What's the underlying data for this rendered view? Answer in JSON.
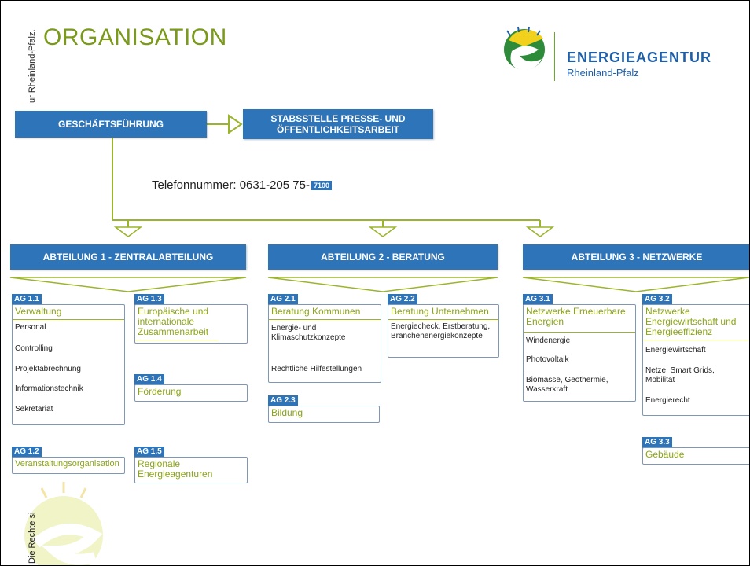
{
  "side_texts": {
    "top": "ur Rheinland-Pfalz.",
    "bottom": "Die Rechte si"
  },
  "title": "ORGANISATION",
  "brand": {
    "name": "ENERGIEAGENTUR",
    "sub": "Rheinland-Pfalz",
    "color": "#1f5fa8",
    "accent": "#8aa515"
  },
  "top_boxes": {
    "management": "GESCHÄFTSFÜHRUNG",
    "press": "STABSSTELLE PRESSE- UND ÖFFENTLICHKEITSARBEIT"
  },
  "phone": {
    "label": "Telefonnummer: 0631-205 75-",
    "ext": "7100"
  },
  "departments": [
    {
      "label": "ABTEILUNG 1 - ZENTRALABTEILUNG"
    },
    {
      "label": "ABTEILUNG 2 - BERATUNG"
    },
    {
      "label": "ABTEILUNG 3 - NETZWERKE"
    }
  ],
  "groups": {
    "ag11": {
      "tag": "AG 1.1",
      "title": "Verwaltung",
      "items": [
        "Personal",
        "Controlling",
        "Projektabrechnung",
        "Informationstechnik",
        "Sekretariat"
      ]
    },
    "ag12": {
      "tag": "AG 1.2",
      "title": "Veranstaltungsorganisation"
    },
    "ag13": {
      "tag": "AG 1.3",
      "title": "Europäische und internationale Zusammenarbeit"
    },
    "ag14": {
      "tag": "AG 1.4",
      "title": "Förderung"
    },
    "ag15": {
      "tag": "AG 1.5",
      "title": "Regionale Energieagenturen"
    },
    "ag21": {
      "tag": "AG 2.1",
      "title": "Beratung Kommunen",
      "items": [
        "Energie- und Klimaschutzkonzepte",
        "Rechtliche Hilfestellungen"
      ]
    },
    "ag22": {
      "tag": "AG 2.2",
      "title": "Beratung Unternehmen",
      "items": [
        "Energiecheck, Erstberatung, Branchenenergiekonzepte"
      ]
    },
    "ag23": {
      "tag": "AG 2.3",
      "title": "Bildung"
    },
    "ag31": {
      "tag": "AG 3.1",
      "title": "Netzwerke Erneuerbare Energien",
      "items": [
        "Windenergie",
        "Photovoltaik",
        "Biomasse, Geothermie, Wasserkraft"
      ]
    },
    "ag32": {
      "tag": "AG 3.2",
      "title": "Netzwerke Energiewirtschaft und Energieeffizienz",
      "items": [
        "Energiewirtschaft",
        "Netze, Smart Grids, Mobilität",
        "Energierecht"
      ]
    },
    "ag33": {
      "tag": "AG 3.3",
      "title": "Gebäude"
    }
  }
}
